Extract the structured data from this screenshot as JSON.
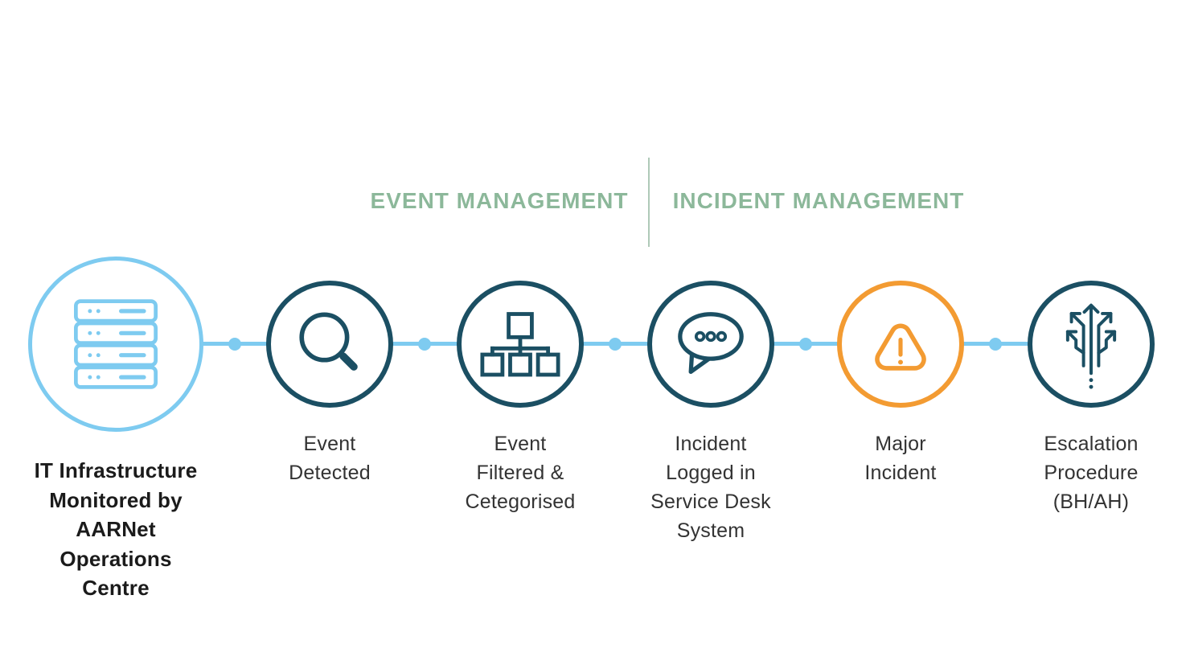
{
  "diagram": {
    "title": "IT event and incident management process flow",
    "sections": [
      {
        "label": "EVENT MANAGEMENT"
      },
      {
        "label": "INCIDENT MANAGEMENT"
      }
    ],
    "steps": [
      {
        "label": "IT Infrastructure\nMonitored by\nAARNet\nOperations\nCentre",
        "icon": "server-rack-icon",
        "ring_color": "#7ECBF0",
        "emphasis": "bold"
      },
      {
        "label": "Event\nDetected",
        "icon": "magnifying-glass-icon",
        "ring_color": "#1B4F63",
        "emphasis": "normal"
      },
      {
        "label": "Event\nFiltered &\nCetegorised",
        "icon": "sitemap-icon",
        "ring_color": "#1B4F63",
        "emphasis": "normal"
      },
      {
        "label": "Incident\nLogged in\nService Desk\nSystem",
        "icon": "speech-bubble-icon",
        "ring_color": "#1B4F63",
        "emphasis": "normal"
      },
      {
        "label": "Major\nIncident",
        "icon": "warning-triangle-icon",
        "ring_color": "#F39B32",
        "emphasis": "normal"
      },
      {
        "label": "Escalation\nProcedure\n(BH/AH)",
        "icon": "branching-arrows-icon",
        "ring_color": "#1B4F63",
        "emphasis": "normal"
      }
    ],
    "colors": {
      "light_blue": "#7ECBF0",
      "dark_teal": "#1B4F63",
      "orange": "#F39B32",
      "sage_green": "#8CB89A",
      "divider_green": "#AFC9B8",
      "label_dark": "#333333",
      "label_bold": "#1B1B1B",
      "background": "#FFFFFF"
    }
  }
}
